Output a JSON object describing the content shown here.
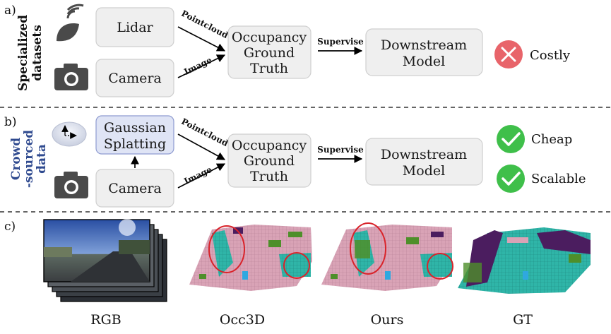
{
  "sections": {
    "a": {
      "label": "a)",
      "side_label_line1": "Specialized",
      "side_label_line2": "datasets",
      "lidar": "Lidar",
      "camera": "Camera",
      "pointcloud_edge": "Pointcloud",
      "image_edge": "Image",
      "occupancy": [
        "Occupancy",
        "Ground",
        "Truth"
      ],
      "supervise_edge": "Supervise",
      "downstream": [
        "Downstream",
        "Model"
      ],
      "status": "Costly"
    },
    "b": {
      "label": "b)",
      "side_label_line1": "Crowd",
      "side_label_line2": "-sourced",
      "side_label_line3": "data",
      "gaussian": [
        "Gaussian",
        "Splatting"
      ],
      "camera": "Camera",
      "pointcloud_edge": "Pointcloud",
      "image_edge": "Image",
      "occupancy": [
        "Occupancy",
        "Ground",
        "Truth"
      ],
      "supervise_edge": "Supervise",
      "downstream": [
        "Downstream",
        "Model"
      ],
      "status_1": "Cheap",
      "status_2": "Scalable"
    },
    "c": {
      "label": "c)",
      "captions": [
        "RGB",
        "Occ3D",
        "Ours",
        "GT"
      ]
    }
  },
  "colors": {
    "costly": "#e8646a",
    "check": "#3fbf4a",
    "highlight": "#d9232a",
    "blue_box": "#dfe4f5",
    "teal": "#2fb5a8",
    "pink": "#d9a3b6",
    "purple": "#4b1d5f",
    "green": "#4e8f2a"
  },
  "icons": [
    "wifi-leaf-icon",
    "camera-icon",
    "coordinate-disc-icon",
    "x-circle-icon",
    "check-circle-icon"
  ]
}
